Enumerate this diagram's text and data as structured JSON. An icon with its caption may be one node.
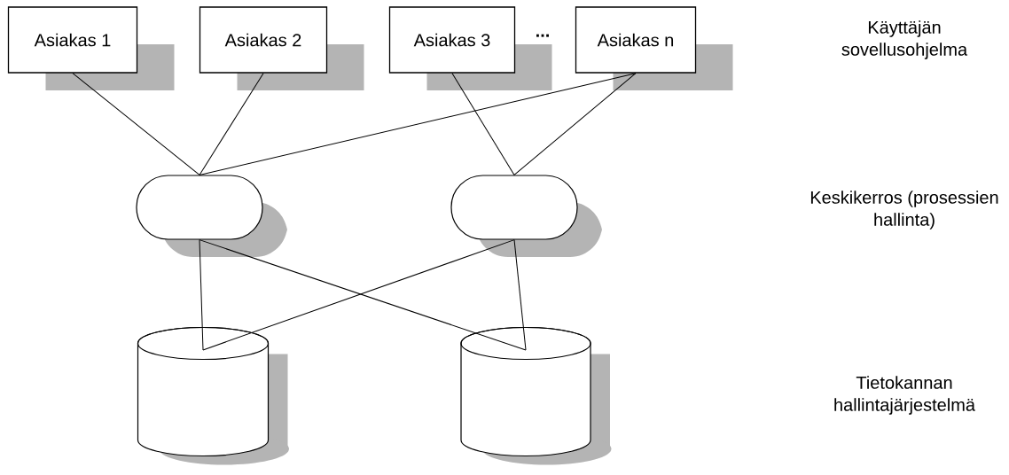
{
  "diagram": {
    "nodes": [
      {
        "text": [
          "Asiakas 1"
        ]
      },
      {
        "text": [
          "Asiakas 2"
        ]
      },
      {
        "text": [
          "Asiakas 3"
        ]
      },
      {
        "text": [
          "Asiakas n"
        ]
      },
      {
        "text": [],
        "shape": "capsule"
      },
      {
        "text": [],
        "shape": "capsule"
      },
      {
        "text": [],
        "shape": "cylinder"
      },
      {
        "text": [],
        "shape": "cylinder"
      }
    ],
    "edges": [
      {
        "from": 0,
        "to": 4,
        "arrow": "none"
      },
      {
        "from": 1,
        "to": 4,
        "arrow": "none"
      },
      {
        "from": 3,
        "to": 4,
        "arrow": "none"
      },
      {
        "from": 2,
        "to": 5,
        "arrow": "none"
      },
      {
        "from": 3,
        "to": 5,
        "arrow": "none"
      },
      {
        "from": 4,
        "to": 6,
        "arrow": "none"
      },
      {
        "from": 4,
        "to": 7,
        "arrow": "none"
      },
      {
        "from": 5,
        "to": 6,
        "arrow": "none"
      },
      {
        "from": 5,
        "to": 7,
        "arrow": "none"
      }
    ],
    "labels": [
      "...",
      "Käyttäjän sovellusohjelma",
      "Keskikerros (prosessien hallinta)",
      "Tietokannan hallintajärjestelmä"
    ]
  }
}
